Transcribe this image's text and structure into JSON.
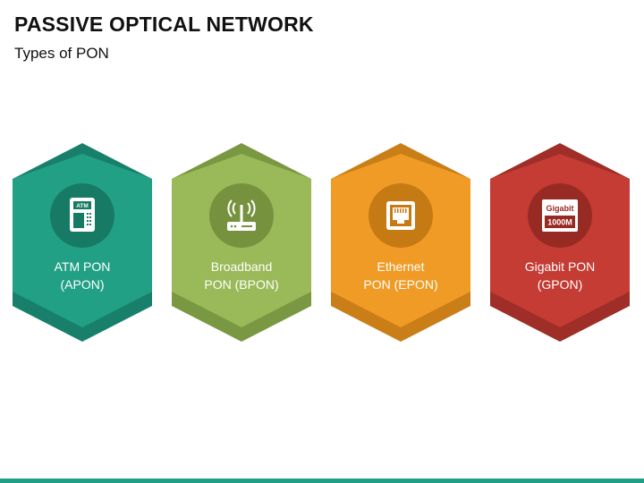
{
  "header": {
    "title": "PASSIVE OPTICAL NETWORK",
    "subtitle": "Types of PON"
  },
  "cards": [
    {
      "line1": "ATM PON",
      "line2": "(APON)",
      "icon": "atm-icon",
      "color_main": "#22a086",
      "color_dark": "#18806a",
      "color_circle": "#177a65"
    },
    {
      "line1": "Broadband",
      "line2": "PON (BPON)",
      "icon": "router-icon",
      "color_main": "#9ab958",
      "color_dark": "#7a9842",
      "color_circle": "#76923f"
    },
    {
      "line1": "Ethernet",
      "line2": "PON (EPON)",
      "icon": "ethernet-port-icon",
      "color_main": "#f09b26",
      "color_dark": "#c97e18",
      "color_circle": "#c67a14"
    },
    {
      "line1": "Gigabit PON",
      "line2": "(GPON)",
      "icon": "gigabit-icon",
      "icon_text_top": "Gigabit",
      "icon_text_bottom": "1000M",
      "color_main": "#c43c33",
      "color_dark": "#9e2e27",
      "color_circle": "#982a24"
    }
  ]
}
